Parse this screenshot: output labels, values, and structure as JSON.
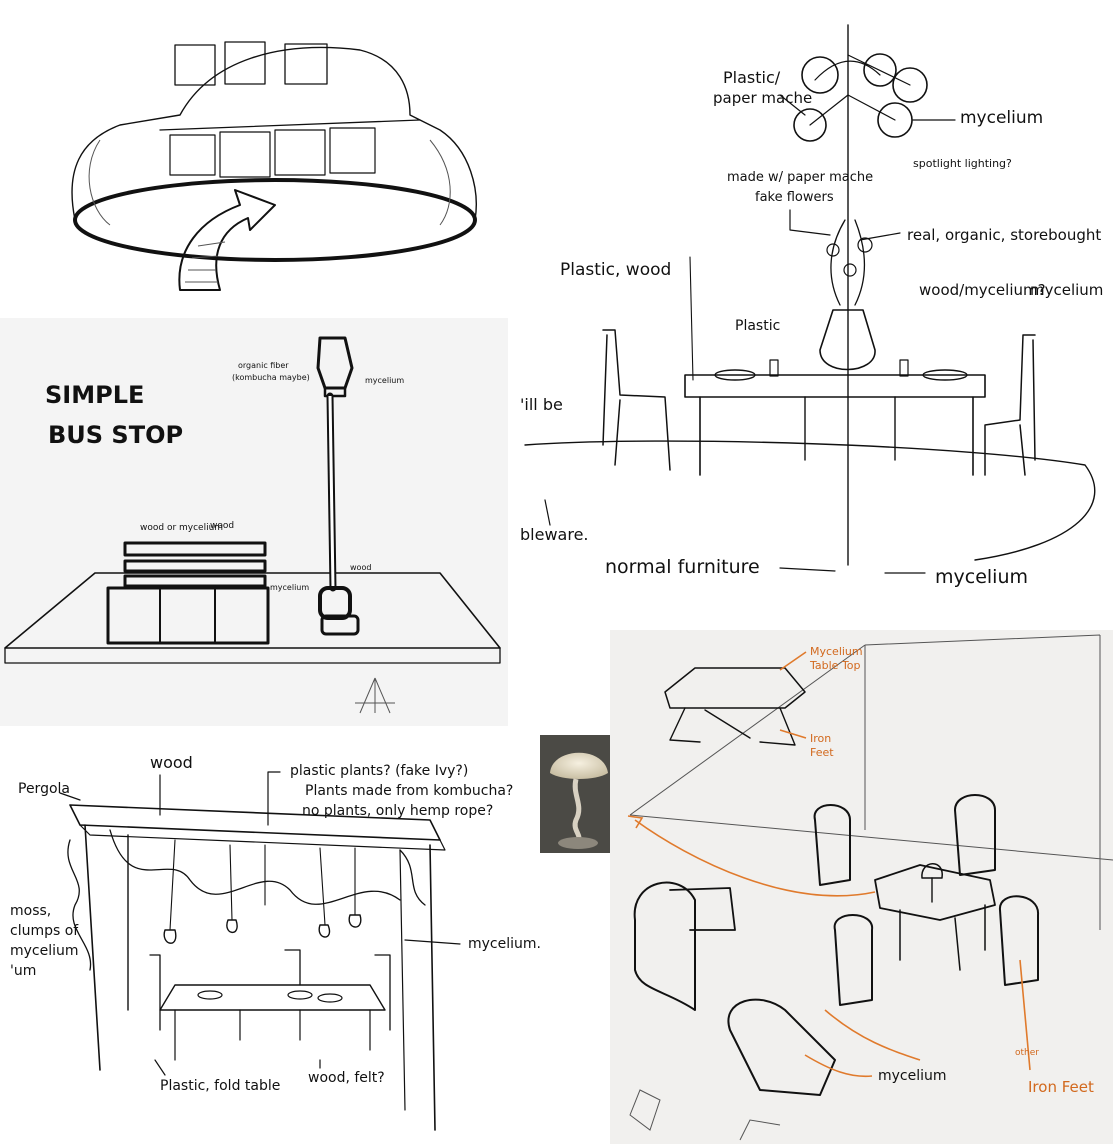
{
  "sketches": {
    "busstop": {
      "title_line1": "SIMPLE",
      "title_line2": "BUS STOP",
      "lamp_note_1": "organic fiber",
      "lamp_note_2": "(kombucha maybe)",
      "lamp_note_3": "mycelium",
      "bench_note_1": "wood or mycelium",
      "bench_note_2": "wood",
      "post_note": "wood",
      "ground_note": "mycelium"
    },
    "dining": {
      "chandelier_label_1": "Plastic/",
      "chandelier_label_2": "paper mache",
      "chandelier_right": "mycelium",
      "spotlight": "spotlight lighting?",
      "flowers_1": "made w/ paper mache",
      "flowers_2": "fake flowers",
      "flowers_real": "real, organic, storebought",
      "chairs_left": "Plastic, wood",
      "glass": "Plastic",
      "wood_mycelium": "wood/mycelium?",
      "chair_right": "mycelium",
      "left_edge_1": "'ill be",
      "left_edge_2": "bleware.",
      "normal_furniture": "normal furniture",
      "floor_mycelium": "mycelium"
    },
    "pergola": {
      "pergola": "Pergola",
      "wood": "wood",
      "plants_1": "plastic plants? (fake Ivy?)",
      "plants_2": "Plants made from kombucha?",
      "plants_3": "no plants, only hemp rope?",
      "moss_1": "moss,",
      "moss_2": "clumps of",
      "moss_3": "mycelium",
      "moss_4": "'um",
      "mycelium": "mycelium.",
      "fold_table": "Plastic, fold table",
      "wood_felt": "wood, felt?"
    },
    "iso": {
      "table_top_1": "Mycelium",
      "table_top_2": "Table Top",
      "iron_1": "Iron",
      "iron_2": "Feet",
      "mycelium": "mycelium",
      "iron_feet": "Iron Feet",
      "other": "other"
    }
  },
  "colors": {
    "ink": "#111111",
    "annotation_orange": "#e07a2c",
    "paper_gray": "#f1f0ee"
  }
}
